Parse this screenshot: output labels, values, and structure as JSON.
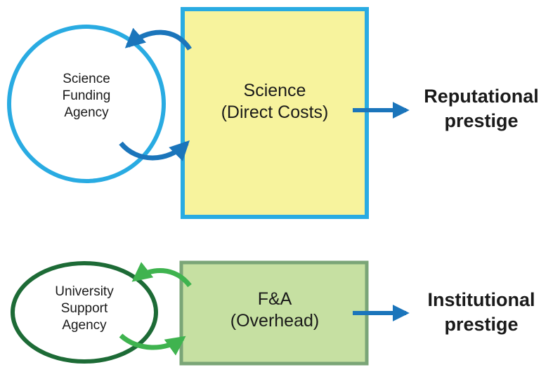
{
  "top": {
    "agency": {
      "lines": [
        "Science",
        "Funding",
        "Agency"
      ]
    },
    "box": {
      "lines": [
        "Science",
        "(Direct Costs)"
      ]
    },
    "outcome": {
      "lines": [
        "Reputational",
        "prestige"
      ]
    },
    "colors": {
      "ellipse": "#29abe2",
      "box_fill": "#f7f39d",
      "arrow": "#1b75bb"
    }
  },
  "bottom": {
    "agency": {
      "lines": [
        "University",
        "Support",
        "Agency"
      ]
    },
    "box": {
      "lines": [
        "F&A",
        "(Overhead)"
      ]
    },
    "outcome": {
      "lines": [
        "Institutional",
        "prestige"
      ]
    },
    "colors": {
      "ellipse": "#1d6b36",
      "box_fill": "#c6e0a2",
      "box_border": "#7aa577",
      "arrow_loop": "#3fb34f",
      "arrow_out": "#1b75bb"
    }
  }
}
